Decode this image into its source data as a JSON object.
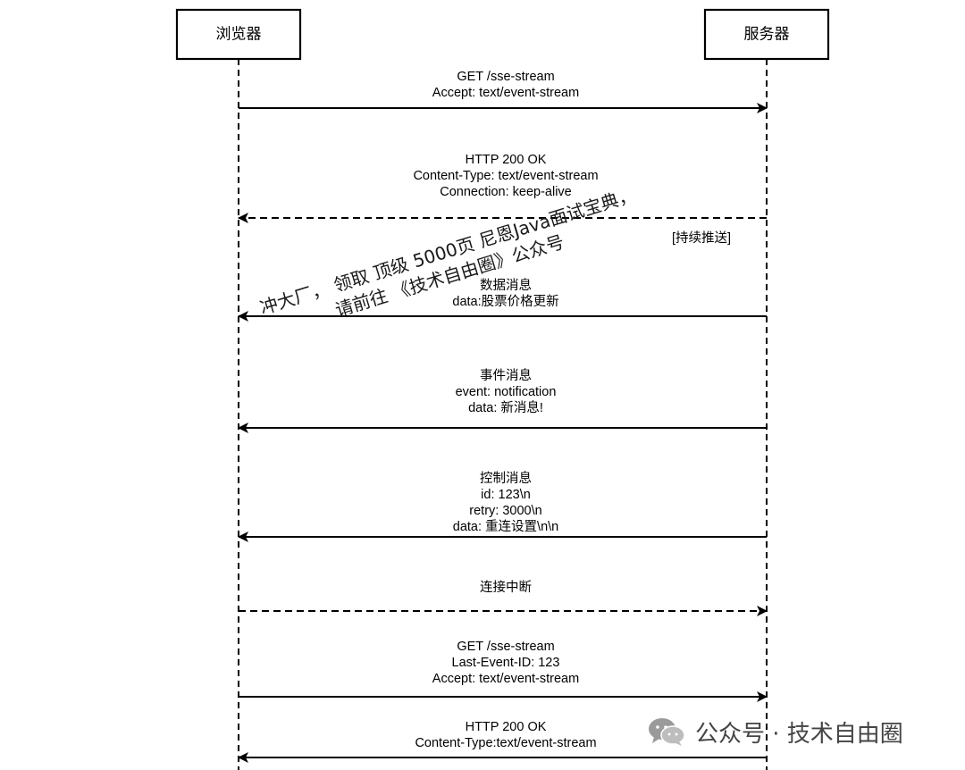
{
  "actors": {
    "browser": "浏览器",
    "server": "服务器"
  },
  "messages": [
    {
      "id": "m1",
      "direction": "right",
      "style": "solid",
      "lines": [
        "GET /sse-stream",
        "Accept: text/event-stream"
      ]
    },
    {
      "id": "m2",
      "direction": "left",
      "style": "dashed",
      "lines": [
        "HTTP 200 OK",
        "Content-Type: text/event-stream",
        "Connection: keep-alive"
      ]
    },
    {
      "id": "m3",
      "direction": "left",
      "style": "solid",
      "lines": [
        "数据消息",
        "data:股票价格更新"
      ]
    },
    {
      "id": "m4",
      "direction": "left",
      "style": "solid",
      "lines": [
        "事件消息",
        "event: notification",
        "data: 新消息!"
      ]
    },
    {
      "id": "m5",
      "direction": "left",
      "style": "solid",
      "lines": [
        "控制消息",
        "id: 123\\n",
        "retry: 3000\\n",
        "data: 重连设置\\n\\n"
      ]
    },
    {
      "id": "m6",
      "direction": "right",
      "style": "dashed",
      "lines": [
        "连接中断"
      ]
    },
    {
      "id": "m7",
      "direction": "right",
      "style": "solid",
      "lines": [
        "GET /sse-stream",
        "Last-Event-ID: 123",
        "Accept: text/event-stream"
      ]
    },
    {
      "id": "m8",
      "direction": "left",
      "style": "solid",
      "lines": [
        "HTTP 200 OK",
        "Content-Type:text/event-stream"
      ]
    }
  ],
  "note": "[持续推送]",
  "watermark": {
    "line1": "冲大厂，  领取 顶级  5000页 尼恩Java面试宝典，",
    "line2": "请前往 《技术自由圈》公众号"
  },
  "brand": {
    "text": "公众号 · 技术自由圈",
    "icon": "wechat-icon",
    "color": "#888888"
  }
}
